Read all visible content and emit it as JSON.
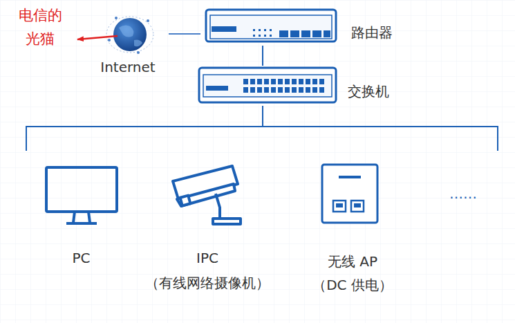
{
  "diagram": {
    "nodes": [
      {
        "text": [
          "Internet"
        ]
      },
      {
        "text": [
          "路由器"
        ]
      },
      {
        "text": [
          "交换机"
        ]
      },
      {
        "text": [
          "PC"
        ]
      },
      {
        "text": [
          "IPC",
          "（有线网络摄像机）"
        ]
      },
      {
        "text": [
          "无线 AP",
          "（DC 供电）"
        ]
      }
    ],
    "edges": [
      {
        "from": 0,
        "to": 1,
        "arrow": "none"
      },
      {
        "from": 1,
        "to": 2,
        "arrow": "none"
      },
      {
        "from": 2,
        "to": 3,
        "arrow": "none"
      },
      {
        "from": 2,
        "to": 4,
        "arrow": "none"
      },
      {
        "from": 2,
        "to": 5,
        "arrow": "none"
      }
    ],
    "labels": [
      "电信的 光猫",
      "……"
    ]
  }
}
